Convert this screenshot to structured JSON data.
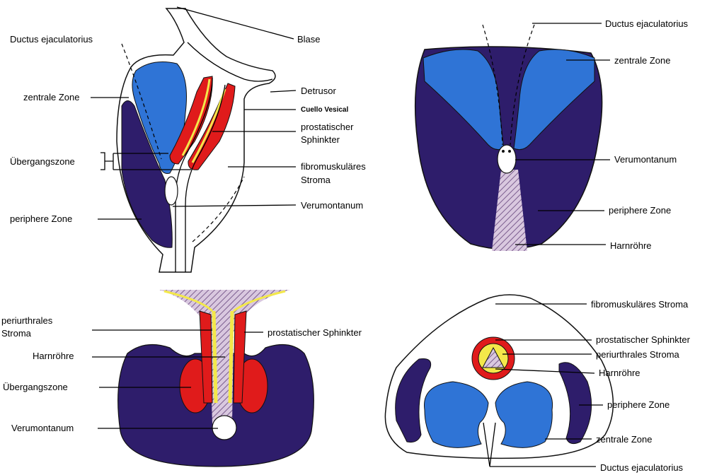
{
  "colors": {
    "blue": "#2f74d6",
    "purple": "#2e1d6b",
    "red": "#e01b1b",
    "yellow": "#f3e84a",
    "urethra": "#c9b4d3",
    "outline": "#111111"
  },
  "panel_tl": {
    "ductus": "Ductus ejaculatorius",
    "blase": "Blase",
    "zentrale": "zentrale Zone",
    "detrusor": "Detrusor",
    "cuello": "Cuello Vesical",
    "sphinkter_1": "prostatischer",
    "sphinkter_2": "Sphinkter",
    "uebergang": "Übergangszone",
    "stroma_1": "fibromuskuläres",
    "stroma_2": "Stroma",
    "verumontanum": "Verumontanum",
    "periphere": "periphere Zone"
  },
  "panel_tr": {
    "ductus": "Ductus ejaculatorius",
    "zentrale": "zentrale Zone",
    "verumontanum": "Verumontanum",
    "periphere": "periphere Zone",
    "harnroehre": "Harnröhre"
  },
  "panel_bl": {
    "periurth_1": "periurthrales",
    "periurth_2": "Stroma",
    "harnroehre": "Harnröhre",
    "uebergang": "Übergangszone",
    "verumontanum": "Verumontanum",
    "sphinkter": "prostatischer Sphinkter"
  },
  "panel_br": {
    "stroma": "fibromuskuläres Stroma",
    "sphinkter": "prostatischer Sphinkter",
    "periurth": "periurthrales Stroma",
    "harnroehre": "Harnröhre",
    "periphere": "periphere Zone",
    "zentrale": "zentrale Zone",
    "ductus": "Ductus ejaculatorius"
  }
}
